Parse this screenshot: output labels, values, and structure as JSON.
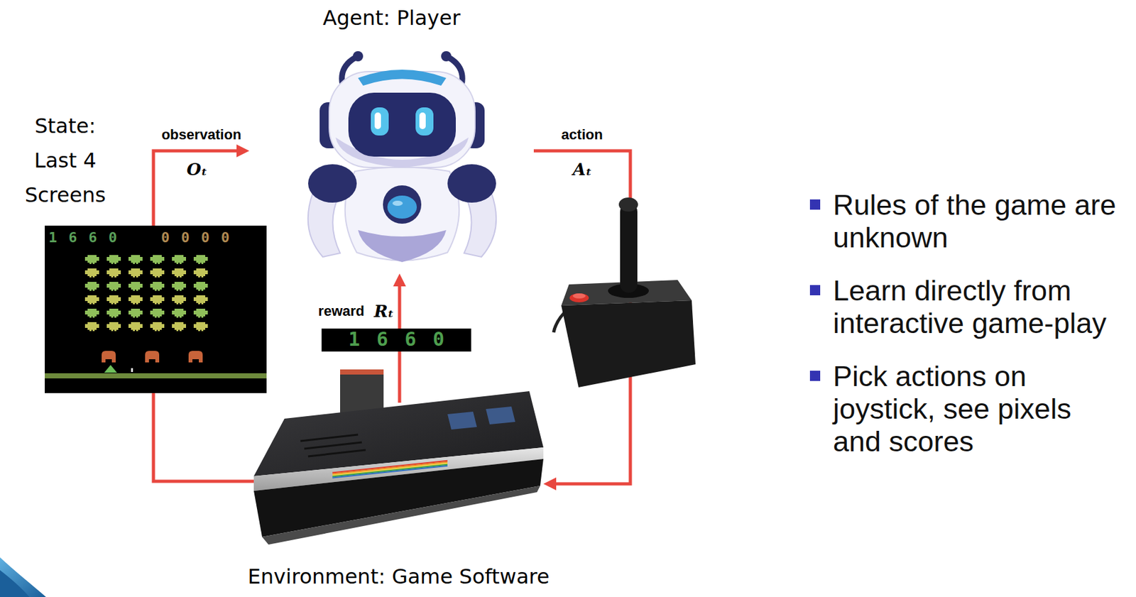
{
  "diagram": {
    "nodes": [
      {
        "text": [
          "Agent: Player"
        ]
      },
      {
        "text": [
          "State: Last 4 Screens",
          "1660",
          "0000"
        ]
      },
      {
        "text": [
          "1660"
        ]
      },
      {
        "text": [
          "Environment: Game Software"
        ]
      }
    ],
    "edges": [
      {
        "from": 1,
        "to": 0,
        "arrow": "to",
        "label": "observation"
      },
      {
        "from": 0,
        "to": 3,
        "arrow": "to",
        "label": "action"
      },
      {
        "from": 3,
        "to": 0,
        "arrow": "to",
        "label": "reward"
      },
      {
        "from": 3,
        "to": 1,
        "arrow": "none"
      }
    ],
    "labels": [
      "Oₜ",
      "Aₜ",
      "Rₜ",
      "Rules of the game are unknown",
      "Learn directly from interactive game-play",
      "Pick actions on joystick, see pixels and scores"
    ]
  }
}
